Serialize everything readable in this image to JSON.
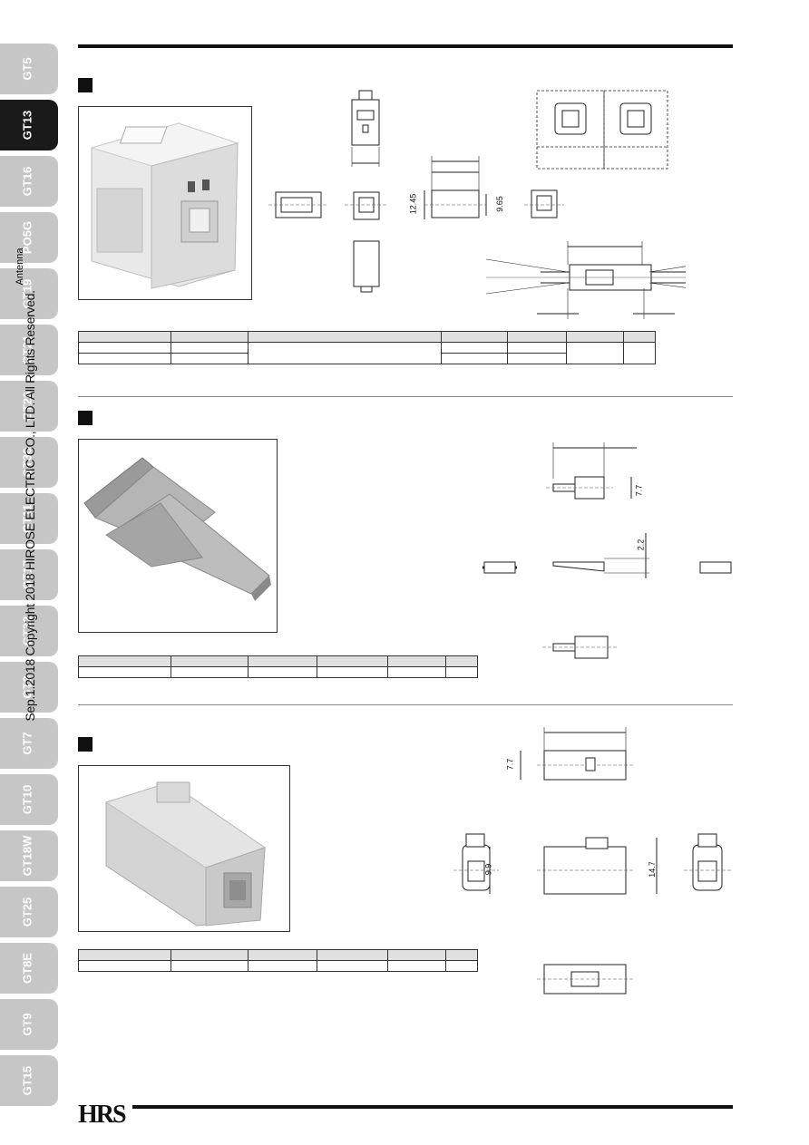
{
  "sidebar": {
    "tabs": [
      "GT5",
      "GT13",
      "GT16",
      "PO5G",
      "GT19",
      "GT21",
      "GT26",
      "GT36",
      "GT11",
      "GT17",
      "GT32",
      "GT3",
      "GT7",
      "GT10",
      "GT18W",
      "GT25",
      "GT8E",
      "GT9",
      "GT15"
    ],
    "active": "GT13",
    "copyright": "Sep.1.2018  Copyright 2018 HIROSE ELECTRIC CO., LTD. All Rights Reserved.",
    "antenna": "Antenna"
  },
  "dimensions": {
    "s1_height": "12.45",
    "s1_width": "9.65",
    "s2_height": "7.7",
    "s2_gap": "2.2",
    "s3_height_top": "7.7",
    "s3_left_h": "9.9",
    "s3_length": "14.7"
  },
  "footer": {
    "logo": "HRS"
  }
}
